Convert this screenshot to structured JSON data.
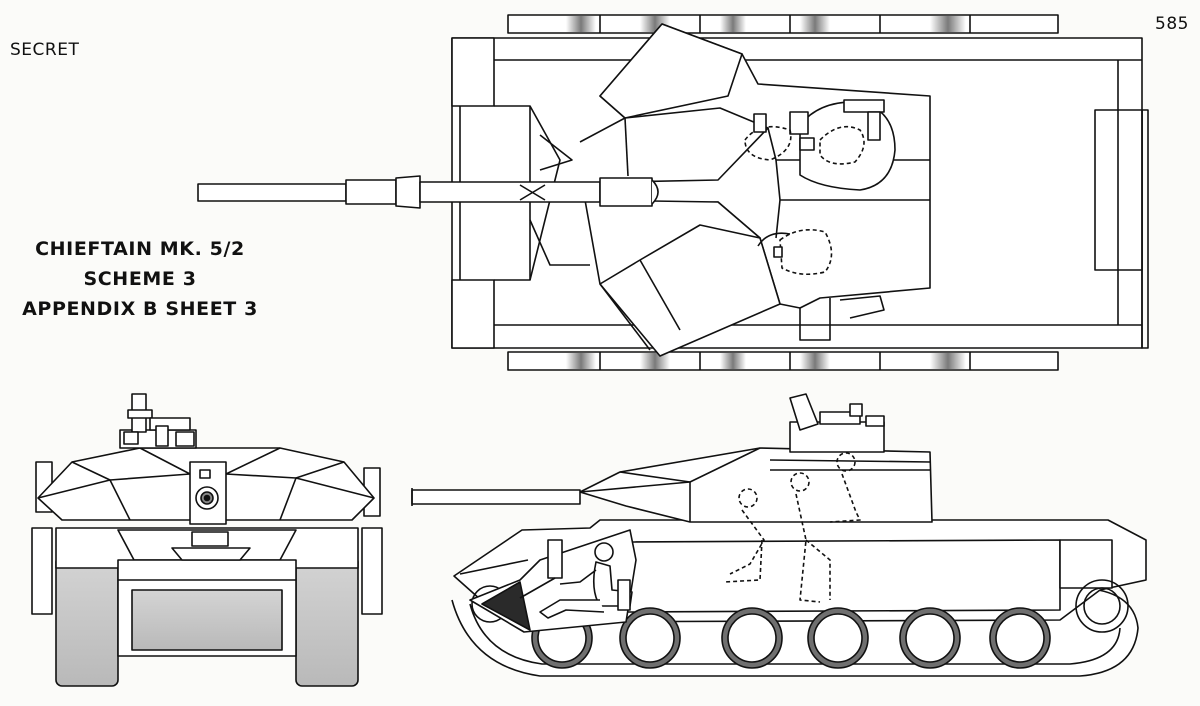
{
  "header": {
    "classification": "SECRET",
    "page_number": "585"
  },
  "title_block": {
    "line1": "CHIEFTAIN MK. 5/2",
    "line2": "SCHEME 3",
    "line3": "APPENDIX B SHEET 3"
  },
  "views": [
    "top-plan-view",
    "front-elevation-view",
    "side-elevation-view"
  ],
  "colors": {
    "paper": "#fbfbf9",
    "ink": "#111111",
    "shading": "#c9c9c9",
    "track_shading": "#6f6f6f"
  }
}
